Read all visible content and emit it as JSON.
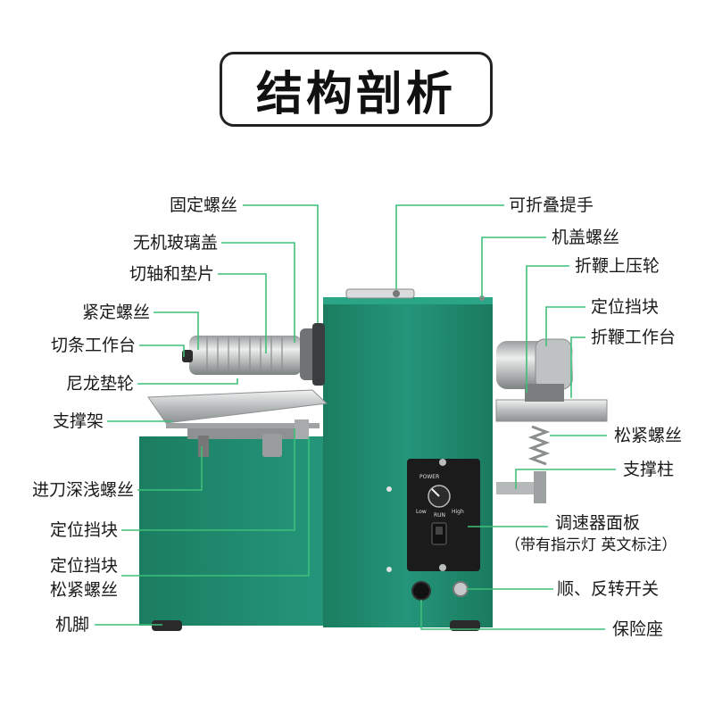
{
  "title": "结构剖析",
  "colors": {
    "leader": "#3fbf7a",
    "machine": "#1f8a68",
    "machine_dark": "#177055",
    "metal": "#c9cbcc",
    "panel": "#1b1b1b"
  },
  "labels_left": {
    "fixed_screw": "固定螺丝",
    "glass_cover": "无机玻璃盖",
    "shaft_washer": "切轴和垫片",
    "tight_screw": "紧定螺丝",
    "strip_table": "切条工作台",
    "nylon_wheel": "尼龙垫轮",
    "support_frame": "支撑架",
    "feed_screw": "进刀深浅螺丝",
    "stop_block": "定位挡块",
    "stop_block_2_line1": "定位挡块",
    "stop_block_2_line2": "松紧螺丝",
    "foot": "机脚"
  },
  "labels_right": {
    "handle": "可折叠提手",
    "cover_screw": "机盖螺丝",
    "upper_roller": "折鞭上压轮",
    "stop_block": "定位挡块",
    "fold_table": "折鞭工作台",
    "loose_screw": "松紧螺丝",
    "support_post": "支撑柱",
    "speed_panel_line1": "调速器面板",
    "speed_panel_line2": "（带有指示灯 英文标注）",
    "switch": "顺、反转开关",
    "fuse_seat": "保险座"
  },
  "panel_text": {
    "power": "POWER",
    "low": "Low",
    "high": "High",
    "run": "RUN"
  }
}
